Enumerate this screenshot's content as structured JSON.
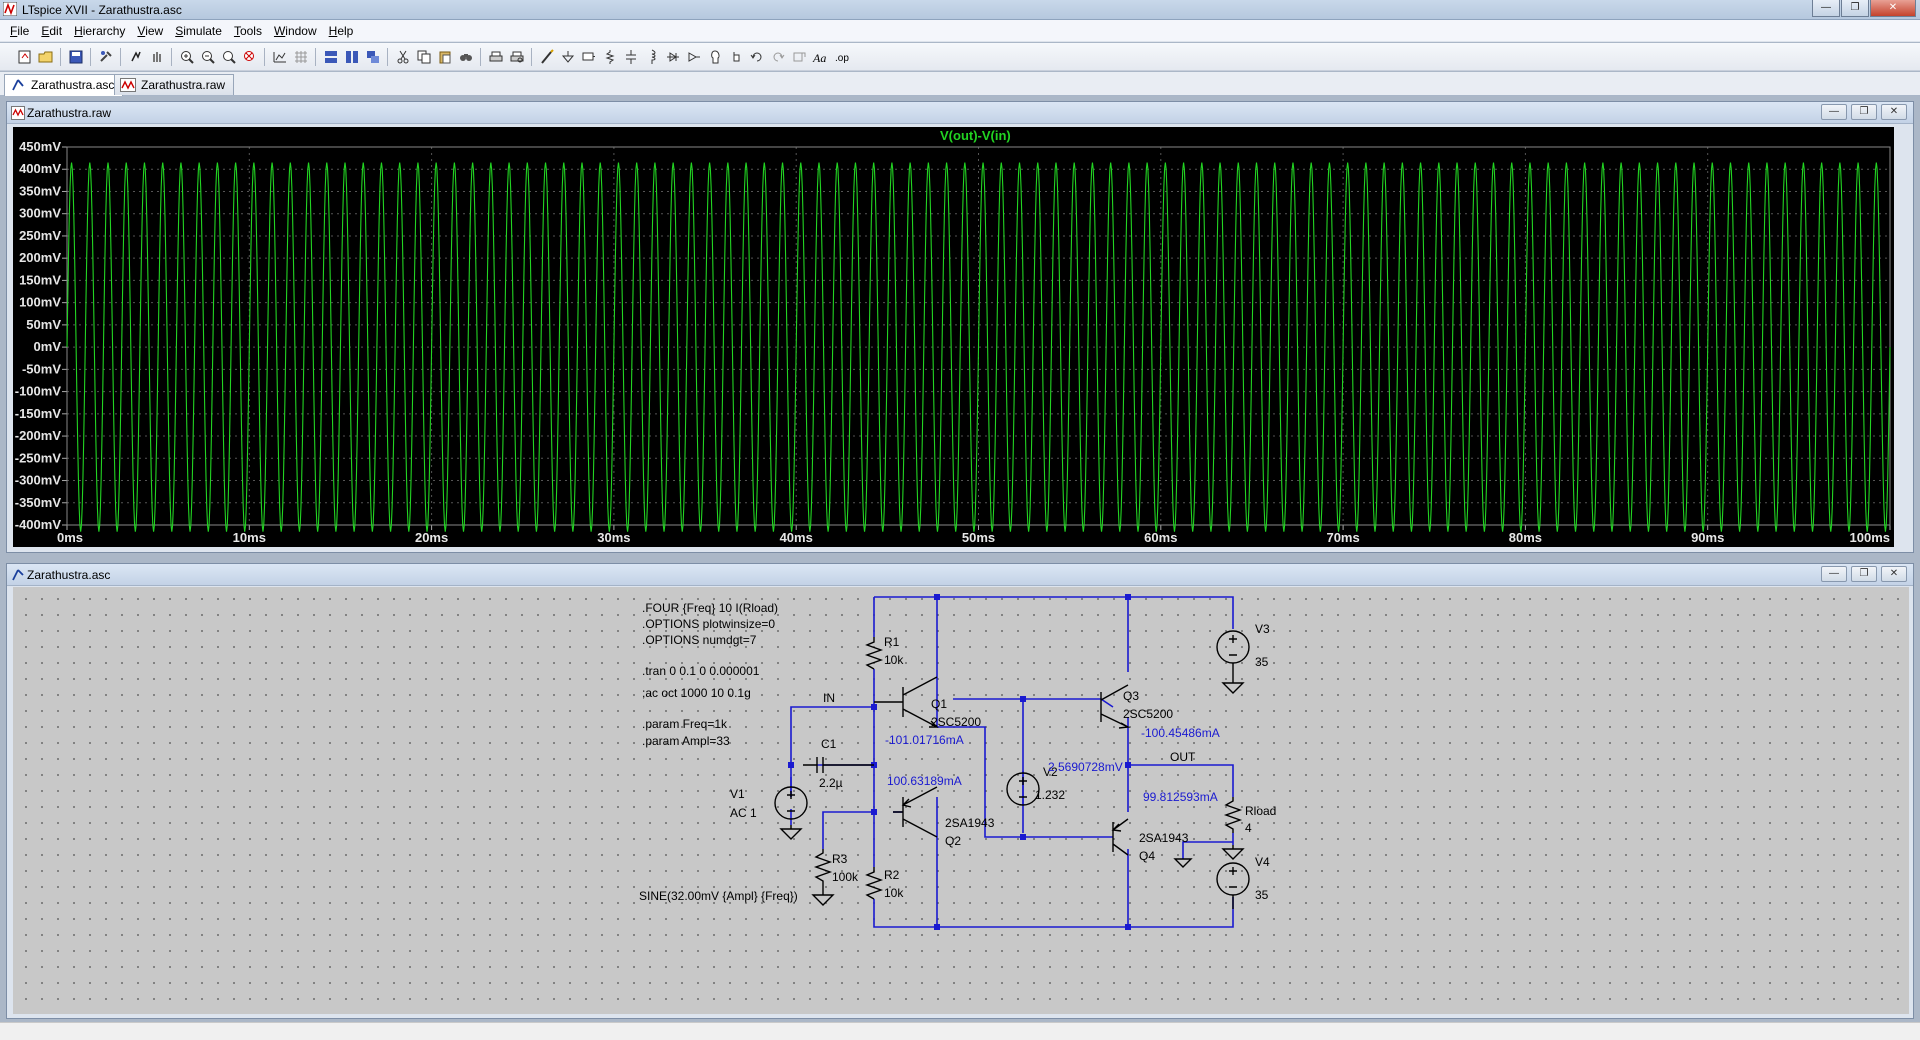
{
  "window": {
    "title": "LTspice XVII - Zarathustra.asc",
    "buttons": {
      "minimize": "—",
      "maximize": "❐",
      "close": "✕"
    }
  },
  "menubar": {
    "items": [
      {
        "label": "File",
        "underline": "F"
      },
      {
        "label": "Edit",
        "underline": "E"
      },
      {
        "label": "Hierarchy",
        "underline": "H"
      },
      {
        "label": "View",
        "underline": "V"
      },
      {
        "label": "Simulate",
        "underline": "S"
      },
      {
        "label": "Tools",
        "underline": "T"
      },
      {
        "label": "Window",
        "underline": "W"
      },
      {
        "label": "Help",
        "underline": "H"
      }
    ]
  },
  "toolbar": {
    "icons": [
      "new-schematic-icon",
      "open-icon",
      "sep",
      "save-icon",
      "sep",
      "control-panel-icon",
      "sep",
      "run-icon",
      "halt-icon",
      "sep",
      "zoom-in-icon",
      "zoom-out-icon",
      "zoom-area-icon",
      "zoom-fit-icon",
      "sep",
      "autorange-icon",
      "grid-icon",
      "sep",
      "tile-horizontal-icon",
      "tile-vertical-icon",
      "cascade-icon",
      "sep",
      "cut-icon",
      "copy-icon",
      "paste-icon",
      "find-icon",
      "sep",
      "print-icon",
      "print-preview-icon",
      "sep",
      "wire-icon",
      "ground-icon",
      "label-icon",
      "resistor-icon",
      "capacitor-icon",
      "inductor-icon",
      "diode-icon",
      "component-icon",
      "move-icon",
      "drag-icon",
      "undo-icon",
      "redo-icon",
      "rotate-icon",
      "text-icon",
      "spice-directive-icon"
    ]
  },
  "tabs": [
    {
      "label": "Zarathustra.asc",
      "active": true
    },
    {
      "label": "Zarathustra.raw",
      "active": false
    }
  ],
  "waveform_window": {
    "title": "Zarathustra.raw",
    "trace_label": "V(out)-V(in)",
    "trace_color": "#22d422"
  },
  "schematic_window": {
    "title": "Zarathustra.asc",
    "directives": [
      ".FOUR {Freq} 10 I(Rload)",
      ".OPTIONS plotwinsize=0",
      ".OPTIONS numdgt=7",
      ".tran 0 0.1 0 0.000001",
      ";ac oct 1000 10 0.1g",
      ".param Freq=1k",
      ".param Ampl=33"
    ],
    "components": {
      "r1_name": "R1",
      "r1_value": "10k",
      "r2_name": "R2",
      "r2_value": "10k",
      "r3_name": "R3",
      "r3_value": "100k",
      "rload_name": "Rload",
      "rload_value": "4",
      "c1_name": "C1",
      "c1_value": "2.2µ",
      "q1_name": "Q1",
      "q1_model": "2SC5200",
      "q2_name": "Q2",
      "q2_model": "2SA1943",
      "q3_name": "Q3",
      "q3_model": "2SC5200",
      "q4_name": "Q4",
      "q4_model": "2SA1943",
      "v1_name": "V1",
      "v1_value": "AC 1",
      "v1_source": "SINE(32.00mV {Ampl} {Freq})",
      "v2_name": "V2",
      "v2_value": "1.232",
      "v3_name": "V3",
      "v3_value": "35",
      "v4_name": "V4",
      "v4_value": "35"
    },
    "net_labels": {
      "in": "IN",
      "out": "OUT"
    },
    "annotations": {
      "q1_current": "-101.01716mA",
      "q2_current": "100.63189mA",
      "q3_current": "-100.45486mA",
      "q4_current": "99.812593mA",
      "out_voltage": "2.5690728mV"
    }
  },
  "chart_data": {
    "type": "line",
    "title": "V(out)-V(in)",
    "xlabel": "",
    "ylabel": "",
    "x_unit": "ms",
    "y_unit": "mV",
    "xlim": [
      0,
      100
    ],
    "ylim": [
      -400,
      450
    ],
    "x_ticks": [
      "0ms",
      "10ms",
      "20ms",
      "30ms",
      "40ms",
      "50ms",
      "60ms",
      "70ms",
      "80ms",
      "90ms",
      "100ms"
    ],
    "y_ticks": [
      "450mV",
      "400mV",
      "350mV",
      "300mV",
      "250mV",
      "200mV",
      "150mV",
      "100mV",
      "50mV",
      "0mV",
      "-50mV",
      "-100mV",
      "-150mV",
      "-200mV",
      "-250mV",
      "-300mV",
      "-350mV",
      "-400mV"
    ],
    "grid": true,
    "series": [
      {
        "name": "V(out)-V(in)",
        "color": "#22d422",
        "waveform": "sine",
        "frequency_hz": 1000,
        "amplitude_mv": 415,
        "offset_mv": 0
      }
    ]
  }
}
